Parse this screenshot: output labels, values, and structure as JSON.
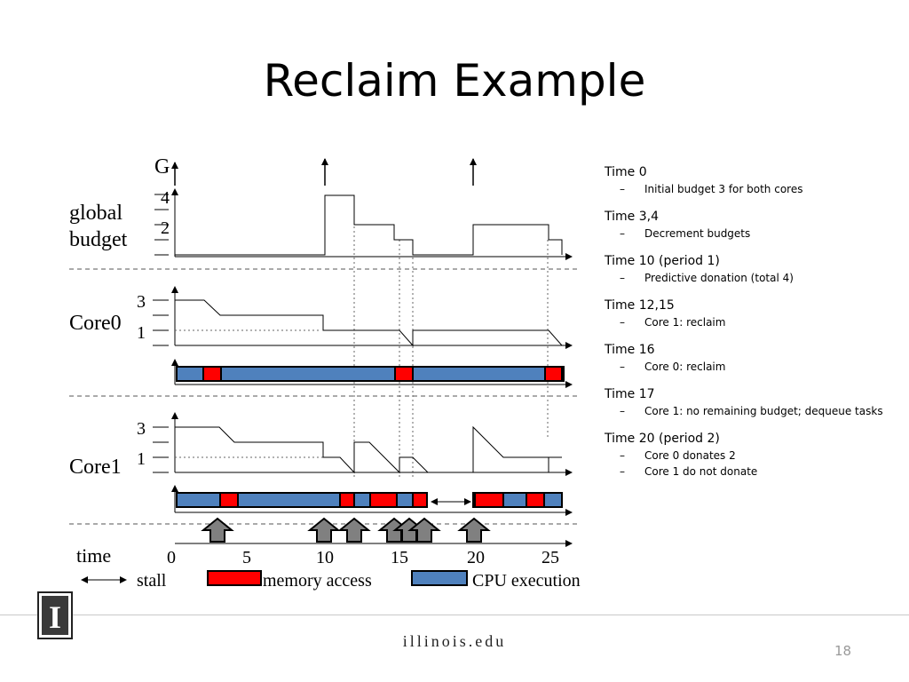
{
  "slide": {
    "title": "Reclaim Example",
    "footer_site": "illinois.edu",
    "page_number": "18",
    "logo_letter": "I"
  },
  "diagram": {
    "row_labels": {
      "G": "G",
      "global": "global",
      "budget": "budget",
      "core0": "Core0",
      "core1": "Core1",
      "time": "time"
    },
    "y_ticks_global": [
      "4",
      "2"
    ],
    "y_ticks_core": [
      "3",
      "1"
    ],
    "x_ticks": [
      "0",
      "5",
      "10",
      "15",
      "20",
      "25"
    ],
    "legend": {
      "stall": "stall",
      "memory": "memory access",
      "cpu": "CPU execution"
    },
    "colors": {
      "memory": "#ff0000",
      "cpu": "#4f81bd",
      "arrow": "#808080"
    }
  },
  "notes": [
    {
      "title": "Time 0",
      "items": [
        "Initial budget 3 for both cores"
      ]
    },
    {
      "title": "Time 3,4",
      "items": [
        "Decrement budgets"
      ]
    },
    {
      "title": "Time 10 (period 1)",
      "items": [
        "Predictive donation (total 4)"
      ]
    },
    {
      "title": "Time 12,15",
      "items": [
        "Core 1: reclaim"
      ]
    },
    {
      "title": "Time 16",
      "items": [
        "Core 0: reclaim"
      ]
    },
    {
      "title": "Time 17",
      "items": [
        "Core 1: no remaining budget; dequeue tasks"
      ]
    },
    {
      "title": "Time 20 (period 2)",
      "items": [
        "Core 0 donates 2",
        "Core 1 do not donate"
      ]
    }
  ],
  "note_dash": "–"
}
